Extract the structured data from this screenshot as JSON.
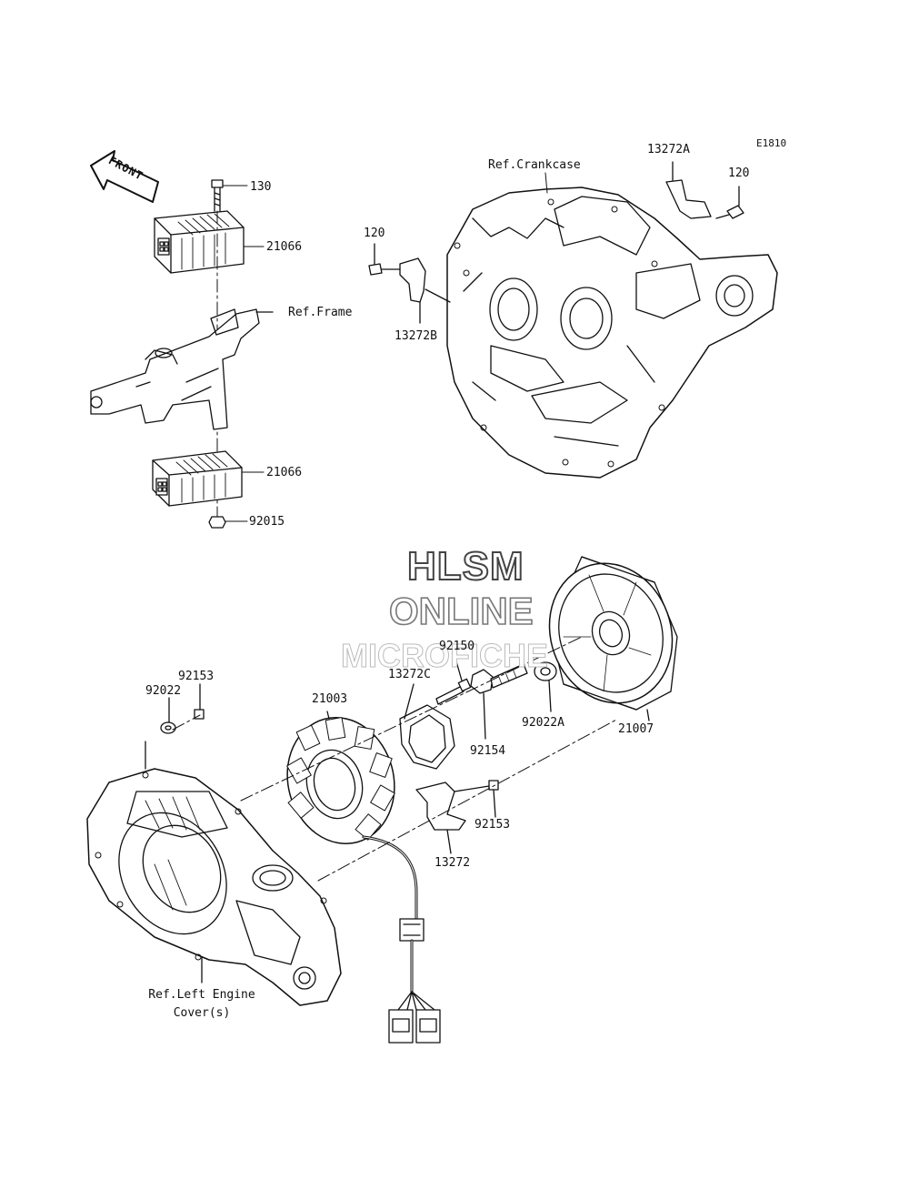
{
  "diagram": {
    "code": "E1810",
    "front_label": "FRONT",
    "watermark": {
      "line1": "HLSM",
      "line2": "ONLINE",
      "line3": "MICROFICHE"
    },
    "callouts": {
      "p130": "130",
      "p21066_top": "21066",
      "ref_frame": "Ref.Frame",
      "p21066_bottom": "21066",
      "p92015": "92015",
      "ref_crankcase": "Ref.Crankcase",
      "p13272A": "13272A",
      "p120_right": "120",
      "p120_left": "120",
      "p13272B": "13272B",
      "p92150": "92150",
      "p13272C": "13272C",
      "p21003": "21003",
      "p92153_top": "92153",
      "p92022": "92022",
      "p92154": "92154",
      "p92022A": "92022A",
      "p21007": "21007",
      "p92153_right": "92153",
      "p13272": "13272",
      "ref_left_cover_1": "Ref.Left Engine",
      "ref_left_cover_2": "Cover(s)"
    }
  }
}
